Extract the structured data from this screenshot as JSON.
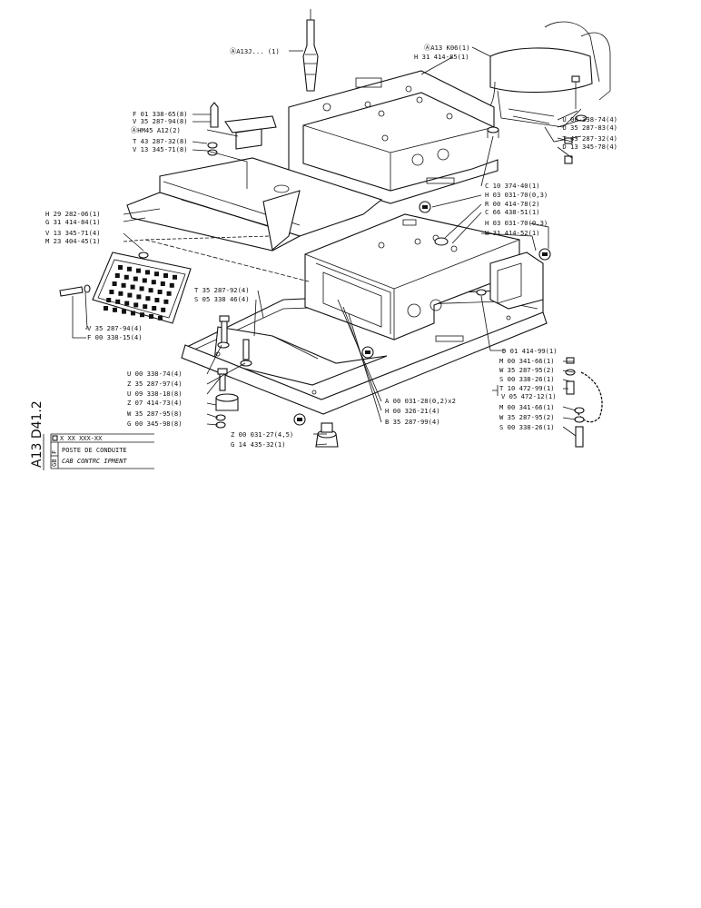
{
  "labels_left": [
    {
      "id": "a13j",
      "text": "ⒶA13J...    (1)"
    },
    {
      "id": "f01338",
      "text": "F 01 338-65(8)"
    },
    {
      "id": "v35287a",
      "text": "V 35 287-94(8)"
    },
    {
      "id": "hm45",
      "text": "ⒶHM45  A12(2)"
    },
    {
      "id": "t43287a",
      "text": "T 43 287-32(8)"
    },
    {
      "id": "v13345a",
      "text": "V 13 345-71(8)"
    },
    {
      "id": "h29282",
      "text": "H 29 282-06(1)"
    },
    {
      "id": "g31414",
      "text": "G 31 414-84(1)"
    },
    {
      "id": "v13345b",
      "text": "V 13 345-71(4)"
    },
    {
      "id": "m23404",
      "text": "M 23 404-45(1)"
    },
    {
      "id": "t35287",
      "text": "T 35 287-92(4)"
    },
    {
      "id": "s05338",
      "text": "S 05 338 46(4)"
    },
    {
      "id": "v35287b",
      "text": "V 35 287-94(4)"
    },
    {
      "id": "f00338",
      "text": "F 00 338-15(4)"
    },
    {
      "id": "u00338a",
      "text": "U 00 338-74(4)"
    },
    {
      "id": "z35287",
      "text": "Z 35 287-97(4)"
    },
    {
      "id": "u09338",
      "text": "U 09 338-18(8)"
    },
    {
      "id": "z07414",
      "text": "Z 07 414-73(4)"
    },
    {
      "id": "w35287a",
      "text": "W 35 287-95(8)"
    },
    {
      "id": "g00345",
      "text": "G 00 345-98(8)"
    }
  ],
  "labels_right": [
    {
      "id": "a13k06",
      "text": "ⒶA13 K06(1)"
    },
    {
      "id": "h31414",
      "text": "H 31 414-85(1)"
    },
    {
      "id": "u00338b",
      "text": "U 00 338-74(4)"
    },
    {
      "id": "u35287",
      "text": "U 35 287-83(4)"
    },
    {
      "id": "t43287b",
      "text": "T 43 287-32(4)"
    },
    {
      "id": "d13345",
      "text": "D 13 345-78(4)"
    },
    {
      "id": "c10374",
      "text": "C 10 374-40(1)"
    },
    {
      "id": "h03031a",
      "text": "H 03 031-70(0,3)"
    },
    {
      "id": "r00414",
      "text": "R 00 414-78(2)"
    },
    {
      "id": "c66438",
      "text": "C 66 438-51(1)"
    },
    {
      "id": "h03031b",
      "text": "H 03 031-70(0,3)"
    },
    {
      "id": "w31414",
      "text": "W 31 414-52(1)"
    },
    {
      "id": "d01414",
      "text": "D 01 414-99(1)"
    },
    {
      "id": "m00341a",
      "text": "M 00 341-66(1)"
    },
    {
      "id": "w35287b",
      "text": "W 35 287-95(2)"
    },
    {
      "id": "s00338a",
      "text": "S 00 338-26(1)"
    },
    {
      "id": "t10472",
      "text": "T 10 472-99(1)"
    },
    {
      "id": "v05472",
      "text": "V 05 472-12(1)"
    },
    {
      "id": "m00341b",
      "text": "M 00 341-66(1)"
    },
    {
      "id": "w35287c",
      "text": "W 35 287-95(2)"
    },
    {
      "id": "s00338b",
      "text": "S 00 338-26(1)"
    }
  ],
  "labels_bottom": [
    {
      "id": "a00031",
      "text": "A 00 031-28(0,2)x2"
    },
    {
      "id": "h00326",
      "text": "H 00 326-21(4)"
    },
    {
      "id": "b35287",
      "text": "B 35 287-99(4)"
    },
    {
      "id": "z00031",
      "text": "Z 00 031-27(4,5)"
    },
    {
      "id": "g14435",
      "text": "G 14 435-32(1)"
    }
  ],
  "title_block": {
    "code": "A13 D41.2",
    "ref": "X  XX  XXX-XX",
    "line1": "POSTE DE CONDUITE",
    "line2": "CAB CONTRC      IPMENT",
    "lang1": "F",
    "lang2": "GB"
  }
}
